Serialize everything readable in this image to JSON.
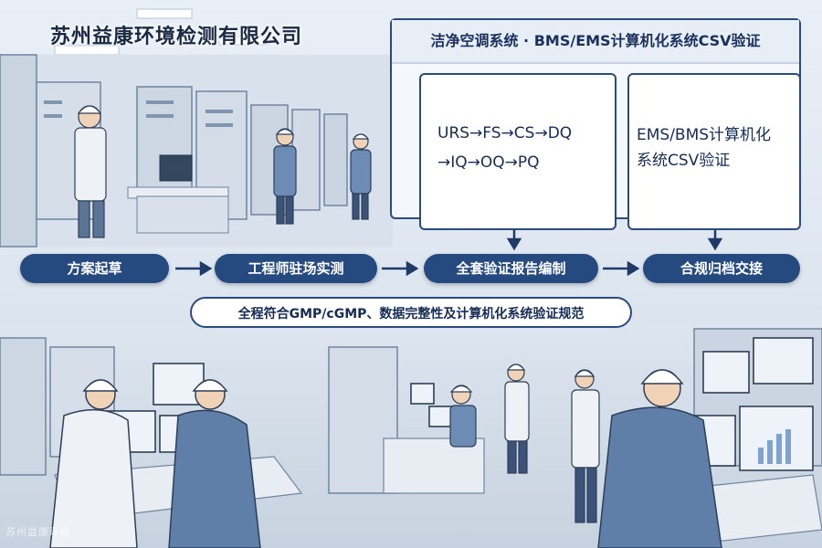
{
  "company_name": "苏州益康环境检测有限公司",
  "panel": {
    "title": "洁净空调系统 · BMS/EMS计算机化系统CSV验证",
    "sequence_line1": "URS→FS→CS→DQ",
    "sequence_line2": "→IQ→OQ→PQ",
    "csv_line1": "EMS/BMS计算机化",
    "csv_line2": "系统CSV验证"
  },
  "process_steps": [
    {
      "label": "方案起草"
    },
    {
      "label": "工程师驻场实测"
    },
    {
      "label": "全套验证报告编制"
    },
    {
      "label": "合规归档交接"
    }
  ],
  "compliance_statement": "全程符合GMP/cGMP、数据完整性及计算机化系统验证规范",
  "watermark": "苏州益康环境",
  "colors": {
    "navy": "#254a80",
    "outline": "#2b4a80",
    "text_dark": "#162c55",
    "background": "#dfe8f2"
  }
}
